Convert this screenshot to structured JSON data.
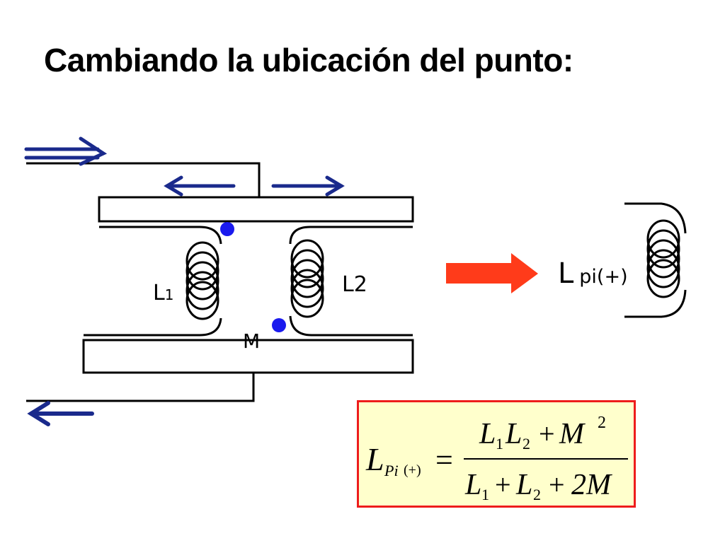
{
  "title": "Cambiando la ubicación del punto:",
  "diagram": {
    "labels": {
      "l1": "L1",
      "l2": "L2",
      "m": "M",
      "equivalent_main": "L",
      "equivalent_sub": "pi(+)"
    },
    "colors": {
      "current_arrows": "#1a2a8c",
      "dots": "#1a1aee",
      "result_arrow": "#ff3b1a",
      "wire": "#000000"
    }
  },
  "formula": {
    "lhs_main": "L",
    "lhs_sub": "Pi",
    "lhs_paren": "(+)",
    "equals": "=",
    "num_l1": "L",
    "num_l1_sub": "1",
    "num_l2": "L",
    "num_l2_sub": "2",
    "num_plus": "+",
    "num_m": "M",
    "num_exp": "2",
    "den_l1": "L",
    "den_l1_sub": "1",
    "den_plus1": "+",
    "den_l2": "L",
    "den_l2_sub": "2",
    "den_plus2": "+",
    "den_2m": "2M",
    "box_colors": {
      "background": "#ffffcc",
      "border": "#ee1c1c"
    }
  }
}
